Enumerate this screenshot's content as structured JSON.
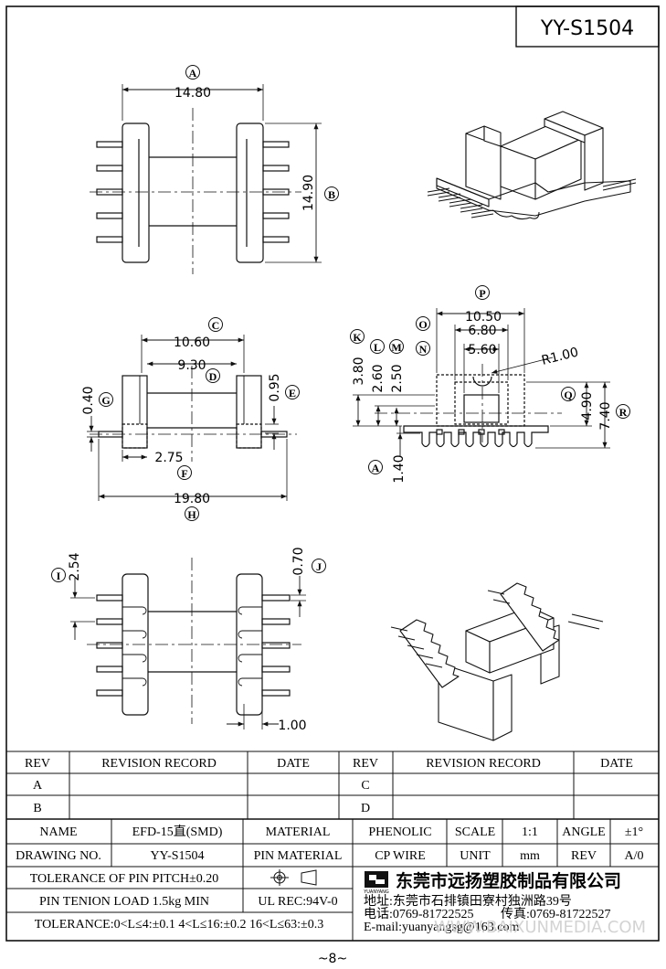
{
  "drawing_code": "YY-S1504",
  "page_number": "~8~",
  "watermark": "WWW.BAIXUNMEDIA.COM",
  "views": {
    "top": {
      "dimA": "14.80",
      "dimB": "14.90",
      "markA": "A",
      "markB": "B"
    },
    "front": {
      "dimC": "10.60",
      "dimD": "9.30",
      "dimE": "0.95",
      "dimF": "2.75",
      "dimG": "0.40",
      "dimH": "19.80",
      "markC": "C",
      "markD": "D",
      "markE": "E",
      "markF": "F",
      "markG": "G",
      "markH": "H"
    },
    "side": {
      "dimP": "10.50",
      "dimO": "6.80",
      "dimN": "5.60",
      "radius": "R1.00",
      "dimK": "3.80",
      "dimL": "2.60",
      "dimM": "2.50",
      "dimQ": "4.90",
      "dimR": "7.40",
      "dimA2": "1.40",
      "markP": "P",
      "markO": "O",
      "markN": "N",
      "markK": "K",
      "markL": "L",
      "markM": "M",
      "markQ": "Q",
      "markR": "R",
      "markA": "A"
    },
    "bottom": {
      "dimI": "2.54",
      "dimJ": "0.70",
      "dimW": "1.00",
      "markI": "I",
      "markJ": "J"
    }
  },
  "revision_table": {
    "header": {
      "rev": "REV",
      "record": "REVISION RECORD",
      "date": "DATE"
    },
    "rows_left": [
      "A",
      "B"
    ],
    "rows_right": [
      "C",
      "D"
    ]
  },
  "title_block": {
    "name_label": "NAME",
    "name_value": "EFD-15直(SMD)",
    "material_label": "MATERIAL",
    "material_value": "PHENOLIC",
    "scale_label": "SCALE",
    "scale_value": "1:1",
    "angle_label": "ANGLE",
    "angle_value": "±1°",
    "drawing_no_label": "DRAWING NO.",
    "drawing_no_value": "YY-S1504",
    "pin_material_label": "PIN MATERIAL",
    "pin_material_value": "CP WIRE",
    "unit_label": "UNIT",
    "unit_value": "mm",
    "rev_label": "REV",
    "rev_value": "A/0",
    "pitch_tolerance": "TOLERANCE OF PIN PITCH±0.20",
    "pin_load": "PIN TENION LOAD 1.5kg MIN",
    "ul_rec": "UL REC:94V-0",
    "tolerance": "TOLERANCE:0<L≤4:±0.1  4<L≤16:±0.2  16<L≤63:±0.3",
    "company": "东莞市远扬塑胶制品有限公司",
    "logo_text": "YUANYANG",
    "address": "地址:东莞市石排镇田寮村独洲路39号",
    "phone": "电话:0769-81722525",
    "fax": "传真:0769-81722527",
    "email": "E-mail:yuanyangsg@163.com"
  }
}
